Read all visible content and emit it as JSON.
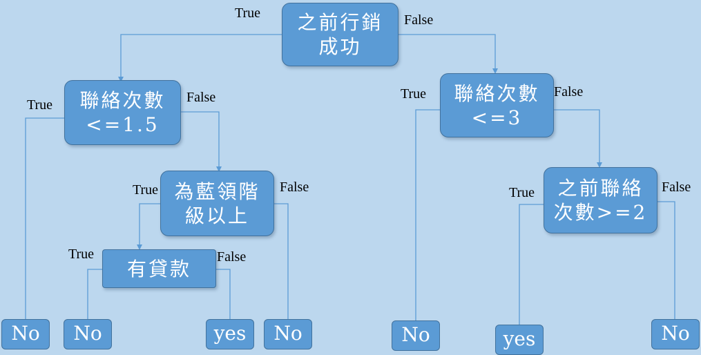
{
  "colors": {
    "background": "#bcd7ee",
    "node_fill": "#5b9bd5",
    "node_border": "#41719c",
    "edge": "#5b9bd5",
    "text_on_node": "#ffffff"
  },
  "branch_labels": {
    "true": "True",
    "false": "False"
  },
  "nodes": {
    "root": {
      "line1": "之前行銷",
      "line2": "成功"
    },
    "contacts_15": {
      "line1": "聯絡次數",
      "line2": "<=1.5"
    },
    "blue_collar": {
      "line1": "為藍領階",
      "line2": "級以上"
    },
    "loan": {
      "line1": "有貸款"
    },
    "contacts_3": {
      "line1": "聯絡次數",
      "line2": "<=3"
    },
    "prev_contacts": {
      "line1": "之前聯絡",
      "line2": "次數>=2"
    }
  },
  "leaves": [
    "No",
    "No",
    "yes",
    "No",
    "No",
    "yes",
    "No"
  ]
}
